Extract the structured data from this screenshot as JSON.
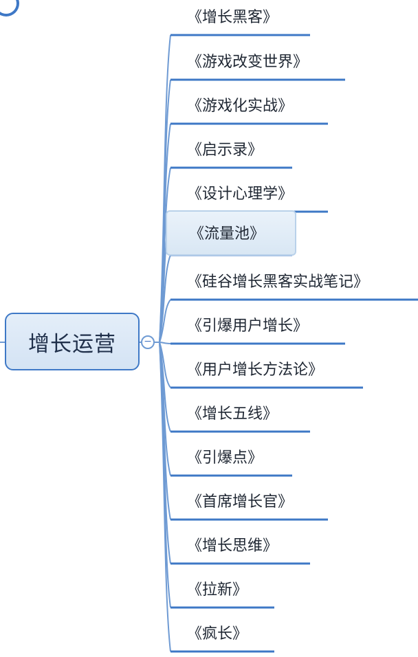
{
  "root": {
    "label": "增长运营",
    "collapse_symbol": "−"
  },
  "branches": [
    "《增长黑客》",
    "《游戏改变世界》",
    "《游戏化实战》",
    "《启示录》",
    "《设计心理学》",
    "《流量池》",
    "《硅谷增长黑客实战笔记》",
    "《引爆用户增长》",
    "《用户增长方法论》",
    "《增长五线》",
    "《引爆点》",
    "《首席增长官》",
    "《增长思维》",
    "《拉新》",
    "《疯长》"
  ],
  "selected_index": 5,
  "colors": {
    "line": "#3e78c6",
    "connector": "#6e9ad3"
  }
}
